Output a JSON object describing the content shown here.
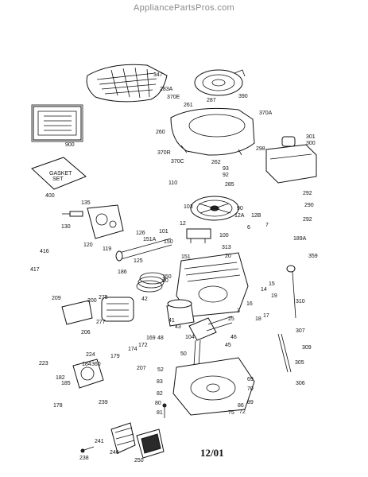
{
  "watermark": "AppliancePartsPros.com",
  "date_code": "12/01",
  "callouts": [
    {
      "id": "347",
      "text": "347"
    },
    {
      "id": "283A",
      "text": "283A"
    },
    {
      "id": "370E",
      "text": "370E"
    },
    {
      "id": "287",
      "text": "287"
    },
    {
      "id": "390",
      "text": "390"
    },
    {
      "id": "261",
      "text": "261"
    },
    {
      "id": "370A",
      "text": "370A"
    },
    {
      "id": "260",
      "text": "260"
    },
    {
      "id": "370R",
      "text": "370R"
    },
    {
      "id": "370C",
      "text": "370C"
    },
    {
      "id": "262",
      "text": "262"
    },
    {
      "id": "900",
      "text": "900"
    },
    {
      "id": "301",
      "text": "301"
    },
    {
      "id": "298",
      "text": "298"
    },
    {
      "id": "300",
      "text": "300"
    },
    {
      "id": "93",
      "text": "93"
    },
    {
      "id": "92",
      "text": "92"
    },
    {
      "id": "110",
      "text": "110"
    },
    {
      "id": "400",
      "text": "400"
    },
    {
      "id": "285",
      "text": "285"
    },
    {
      "id": "292a",
      "text": "292"
    },
    {
      "id": "290",
      "text": "290"
    },
    {
      "id": "292b",
      "text": "292"
    },
    {
      "id": "135",
      "text": "135"
    },
    {
      "id": "103",
      "text": "103"
    },
    {
      "id": "90",
      "text": "90"
    },
    {
      "id": "12A",
      "text": "12A"
    },
    {
      "id": "12B",
      "text": "12B"
    },
    {
      "id": "12",
      "text": "12"
    },
    {
      "id": "6",
      "text": "6"
    },
    {
      "id": "7",
      "text": "7"
    },
    {
      "id": "130",
      "text": "130"
    },
    {
      "id": "120",
      "text": "120"
    },
    {
      "id": "101",
      "text": "101"
    },
    {
      "id": "100",
      "text": "100"
    },
    {
      "id": "151A",
      "text": "151A"
    },
    {
      "id": "126",
      "text": "126"
    },
    {
      "id": "119",
      "text": "119"
    },
    {
      "id": "150",
      "text": "150"
    },
    {
      "id": "189A",
      "text": "189A"
    },
    {
      "id": "313",
      "text": "313"
    },
    {
      "id": "416",
      "text": "416"
    },
    {
      "id": "125",
      "text": "125"
    },
    {
      "id": "151",
      "text": "151"
    },
    {
      "id": "20",
      "text": "20"
    },
    {
      "id": "359",
      "text": "359"
    },
    {
      "id": "417",
      "text": "417"
    },
    {
      "id": "186",
      "text": "186"
    },
    {
      "id": "150b",
      "text": "150"
    },
    {
      "id": "40",
      "text": "40"
    },
    {
      "id": "15",
      "text": "15"
    },
    {
      "id": "14",
      "text": "14"
    },
    {
      "id": "19",
      "text": "19"
    },
    {
      "id": "209",
      "text": "209"
    },
    {
      "id": "200",
      "text": "200"
    },
    {
      "id": "275",
      "text": "275"
    },
    {
      "id": "42",
      "text": "42"
    },
    {
      "id": "310",
      "text": "310"
    },
    {
      "id": "16",
      "text": "16"
    },
    {
      "id": "3",
      "text": "3"
    },
    {
      "id": "277",
      "text": "277"
    },
    {
      "id": "17",
      "text": "17"
    },
    {
      "id": "18",
      "text": "18"
    },
    {
      "id": "206",
      "text": "206"
    },
    {
      "id": "41",
      "text": "41"
    },
    {
      "id": "43",
      "text": "43"
    },
    {
      "id": "25",
      "text": "25"
    },
    {
      "id": "307",
      "text": "307"
    },
    {
      "id": "169",
      "text": "169"
    },
    {
      "id": "172",
      "text": "172"
    },
    {
      "id": "48",
      "text": "48"
    },
    {
      "id": "104",
      "text": "104"
    },
    {
      "id": "46",
      "text": "46"
    },
    {
      "id": "45",
      "text": "45"
    },
    {
      "id": "174",
      "text": "174"
    },
    {
      "id": "224",
      "text": "224"
    },
    {
      "id": "309",
      "text": "309"
    },
    {
      "id": "184",
      "text": "184"
    },
    {
      "id": "360",
      "text": "360"
    },
    {
      "id": "179",
      "text": "179"
    },
    {
      "id": "50",
      "text": "50"
    },
    {
      "id": "305",
      "text": "305"
    },
    {
      "id": "223",
      "text": "223"
    },
    {
      "id": "207",
      "text": "207"
    },
    {
      "id": "52",
      "text": "52"
    },
    {
      "id": "182",
      "text": "182"
    },
    {
      "id": "69",
      "text": "69"
    },
    {
      "id": "185",
      "text": "185"
    },
    {
      "id": "83",
      "text": "83"
    },
    {
      "id": "306",
      "text": "306"
    },
    {
      "id": "70",
      "text": "70"
    },
    {
      "id": "178",
      "text": "178"
    },
    {
      "id": "239",
      "text": "239"
    },
    {
      "id": "82",
      "text": "82"
    },
    {
      "id": "89",
      "text": "89"
    },
    {
      "id": "80",
      "text": "80"
    },
    {
      "id": "86",
      "text": "86"
    },
    {
      "id": "75",
      "text": "75"
    },
    {
      "id": "72",
      "text": "72"
    },
    {
      "id": "81",
      "text": "81"
    },
    {
      "id": "241",
      "text": "241"
    },
    {
      "id": "246",
      "text": "246"
    },
    {
      "id": "250",
      "text": "250"
    },
    {
      "id": "238",
      "text": "238"
    }
  ]
}
